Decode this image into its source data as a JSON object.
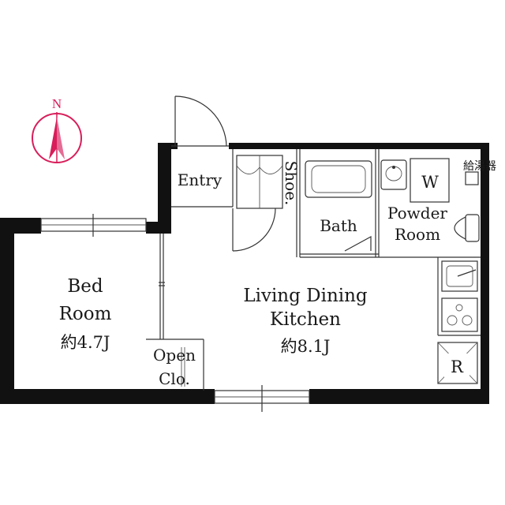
{
  "compass": {
    "letter": "N"
  },
  "rooms": {
    "entry": "Entry",
    "shoe": "Shoe.",
    "bath": "Bath",
    "powder_line1": "Powder",
    "powder_line2": "Room",
    "washer": "W",
    "water_heater": "給湯器",
    "bed_line1": "Bed",
    "bed_line2": "Room",
    "bed_size": "約4.7J",
    "ldk_line1": "Living Dining",
    "ldk_line2": "Kitchen",
    "ldk_size": "約8.1J",
    "closet_line1": "Open",
    "closet_line2": "Clo.",
    "fridge": "R"
  },
  "colors": {
    "compass_accent": "#d81e5b",
    "wall": "#111111"
  }
}
